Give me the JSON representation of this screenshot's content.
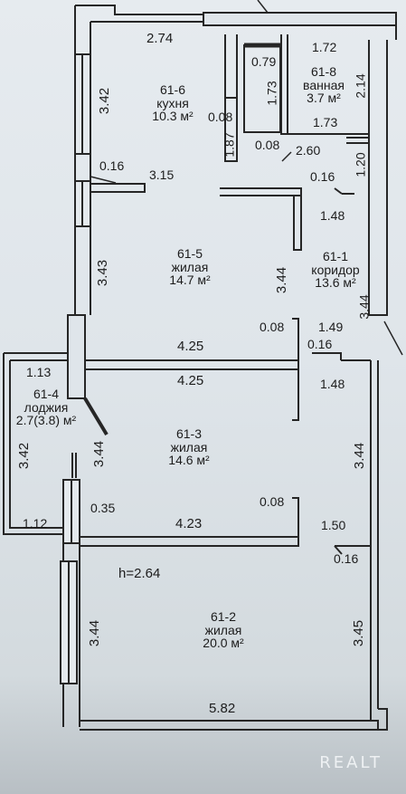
{
  "plan": {
    "ceiling_height": "h=2.64",
    "rooms": [
      {
        "id": "61-6",
        "type": "кухня",
        "area": "10.3 м²"
      },
      {
        "id": "61-8",
        "type": "ванная",
        "area": "3.7 м²"
      },
      {
        "id": "61-5",
        "type": "жилая",
        "area": "14.7 м²"
      },
      {
        "id": "61-1",
        "type": "коридор",
        "area": "13.6 м²"
      },
      {
        "id": "61-4",
        "type": "лоджия",
        "area": "2.7(3.8) м²"
      },
      {
        "id": "61-3",
        "type": "жилая",
        "area": "14.6 м²"
      },
      {
        "id": "61-2",
        "type": "жилая",
        "area": "20.0 м²"
      }
    ],
    "dimensions": {
      "kitchen_top": "2.74",
      "kitchen_left": "3.42",
      "kitchen_shaft": "0.08",
      "kitchen_partition_h": "1.87",
      "bath_shaft_w": "0.79",
      "bath_shaft_h": "1.73",
      "bath_top": "1.72",
      "bath_right": "2.14",
      "bath_bottom": "1.73",
      "bath_wall": "0.08",
      "bath_door_side": "2.60",
      "corridor_wall_top": "1.20",
      "corridor_wall_thk": "0.16",
      "kitchen_wall_thk": "0.16",
      "kitchen_room5_wall": "3.15",
      "corridor_upper": "1.48",
      "room5_left": "3.43",
      "room5_right": "3.44",
      "corridor_right": "3.44",
      "room5_partition": "0.08",
      "corridor_mid": "1.49",
      "corridor_wall_mid": "0.16",
      "room5_bottom": "4.25",
      "room3_top": "4.25",
      "corridor_lower": "1.48",
      "loggia_top": "1.13",
      "loggia_left": "3.42",
      "room3_left": "3.44",
      "room3_right": "3.44",
      "loggia_wall": "0.35",
      "room3_partition": "0.08",
      "loggia_bottom": "1.12",
      "room3_bottom": "4.23",
      "corridor_bottom": "1.50",
      "corridor_end_thk": "0.16",
      "room2_left": "3.44",
      "room2_right": "3.45",
      "room2_bottom": "5.82"
    },
    "watermark": "REALT"
  }
}
